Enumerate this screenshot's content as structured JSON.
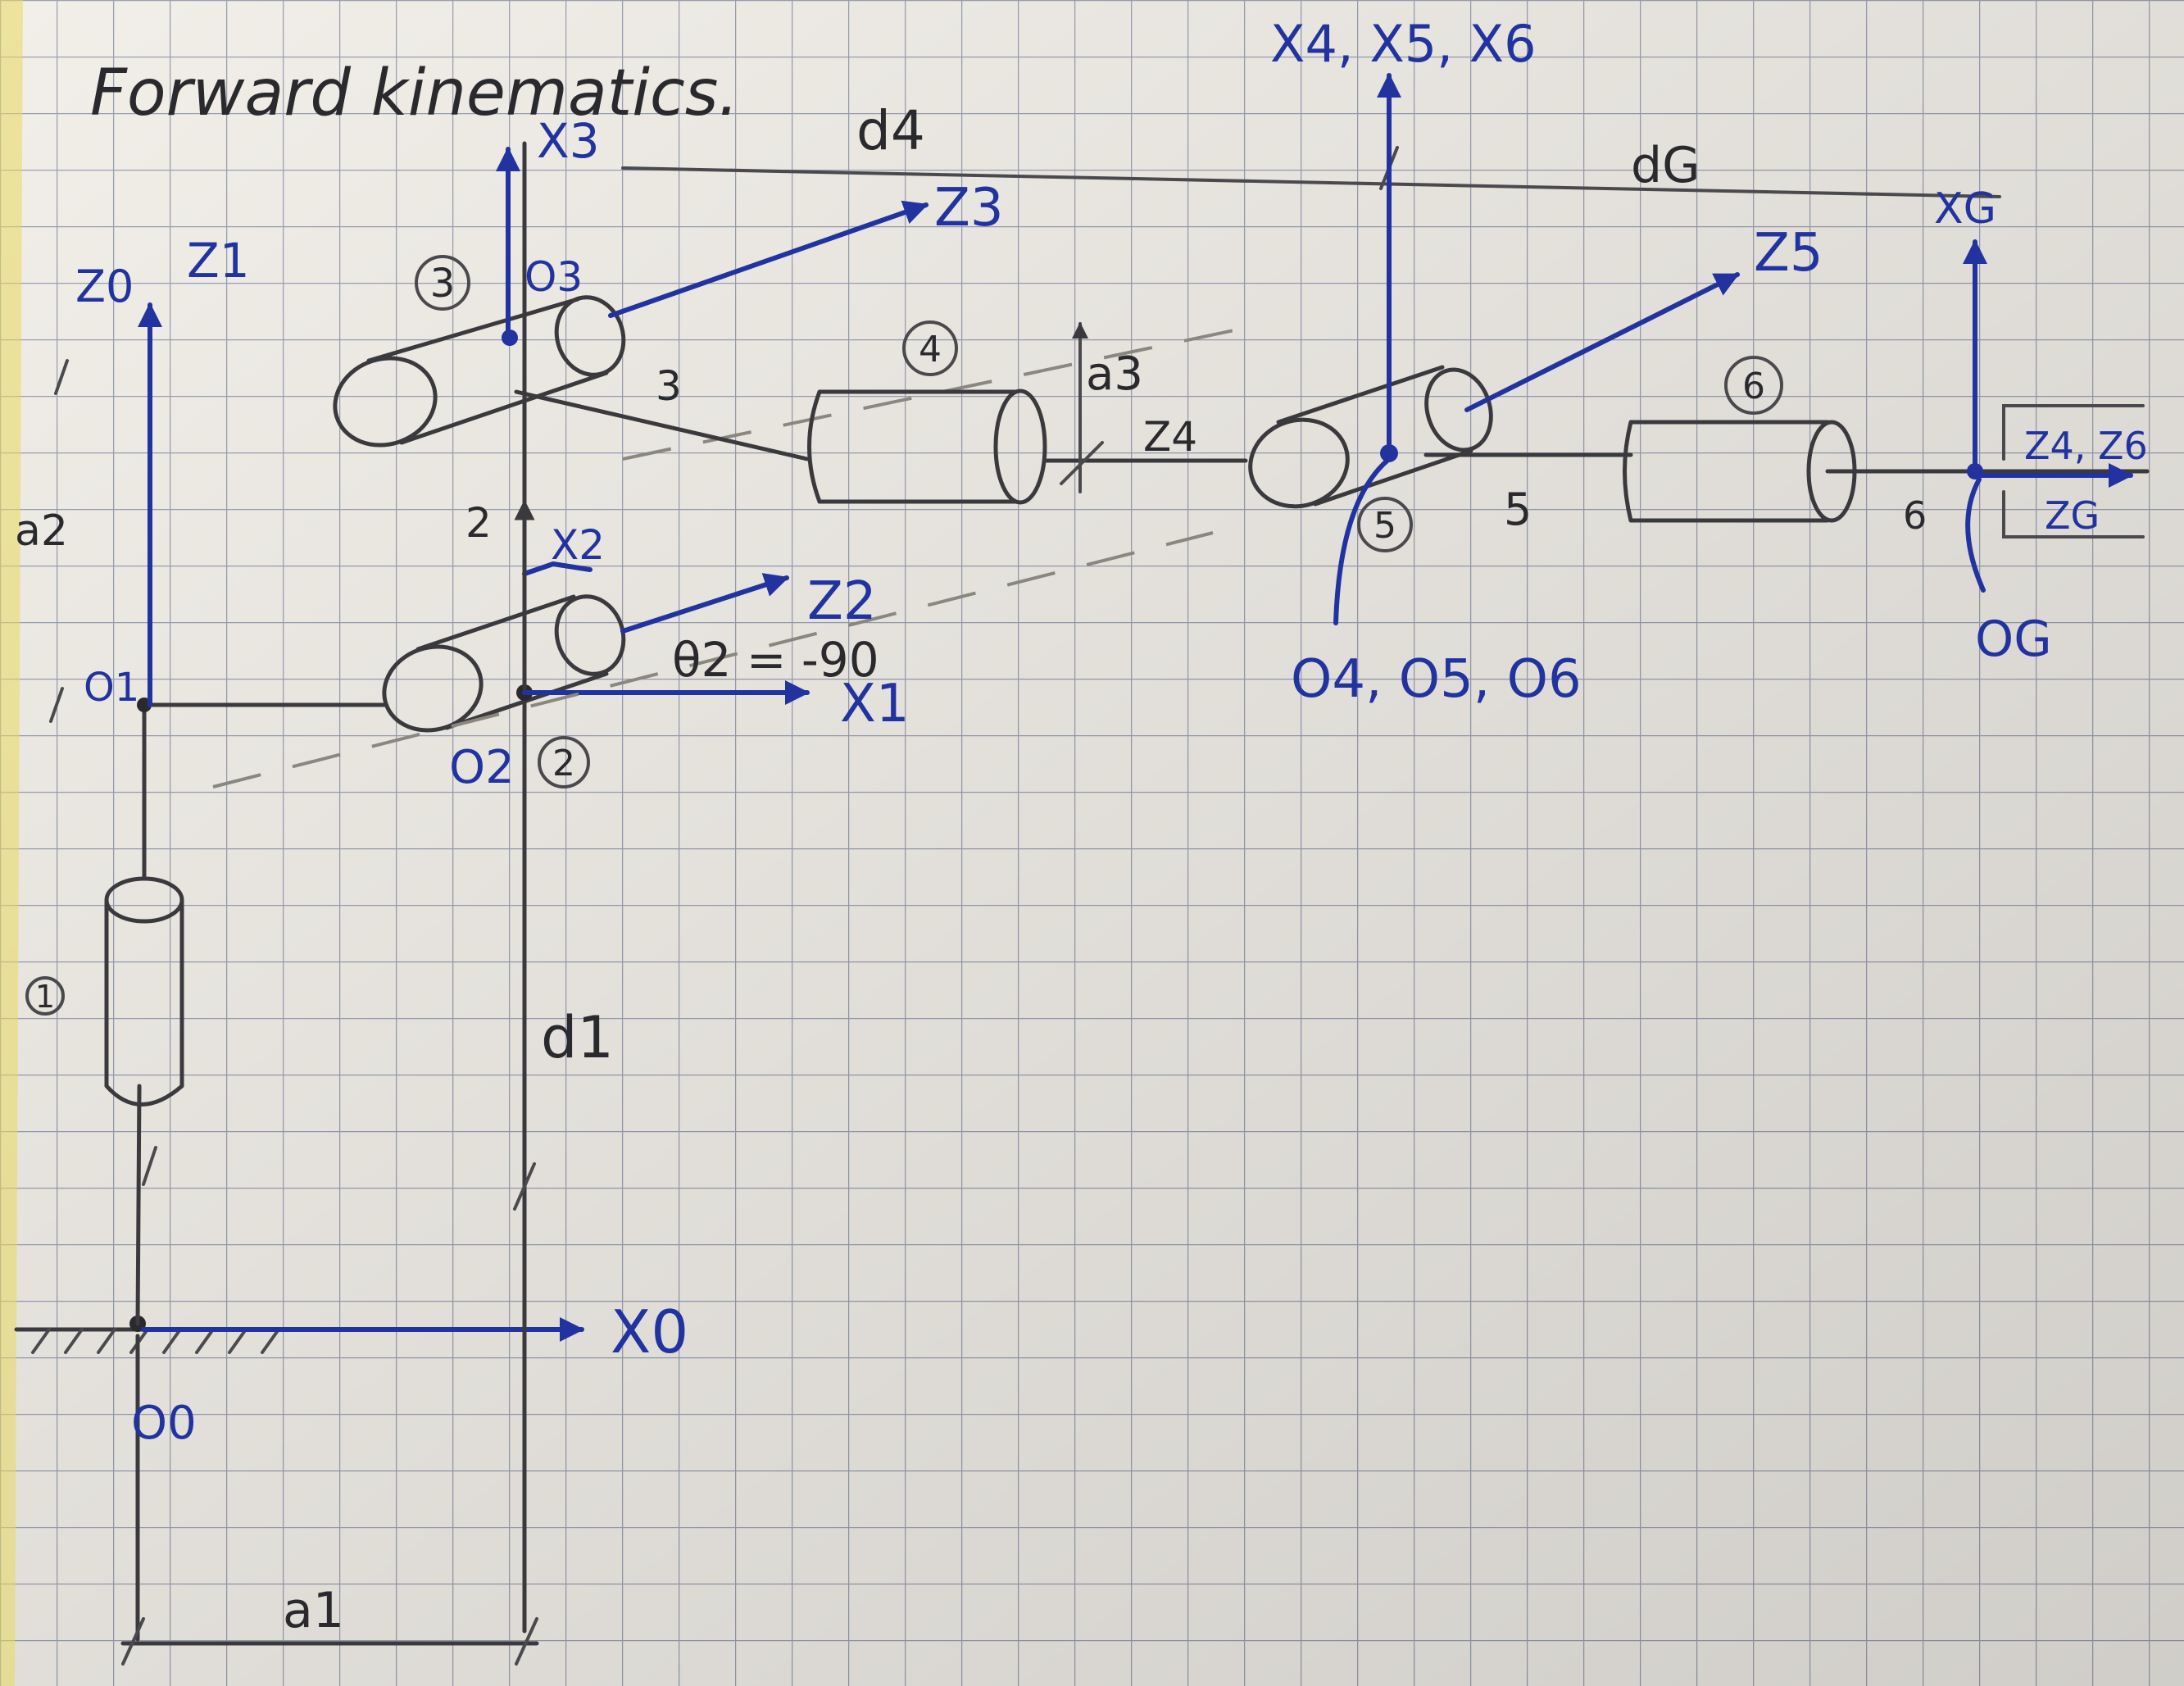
{
  "title": "Forward kinematics.",
  "joint_numbers": [
    "1",
    "2",
    "3",
    "4",
    "5",
    "6"
  ],
  "link_numbers": [
    "2",
    "3",
    "5",
    "6"
  ],
  "frames": {
    "x0": "X0",
    "o0": "O0",
    "z0": "Z0",
    "z1": "Z1",
    "o1": "O1",
    "x1": "X1",
    "x2": "X2",
    "z2": "Z2",
    "o2": "O2",
    "x3": "X3",
    "z3": "Z3",
    "o3": "O3",
    "z4": "Z4",
    "x456": "X4, X5, X6",
    "z5": "Z5",
    "o456": "O4, O5, O6",
    "xg": "XG",
    "z46": "Z4, Z6",
    "zg": "ZG",
    "og": "OG"
  },
  "parameters": {
    "a1": "a1",
    "a2": "a2",
    "a3": "a3",
    "d1": "d1",
    "d4": "d4",
    "dg": "dG",
    "theta2": "θ2 = -90"
  },
  "colors": {
    "paper": "#f2efe9",
    "grid": "#9aa0b4",
    "ink": "#3a3a3e",
    "blue_ink": "#2233a0"
  }
}
